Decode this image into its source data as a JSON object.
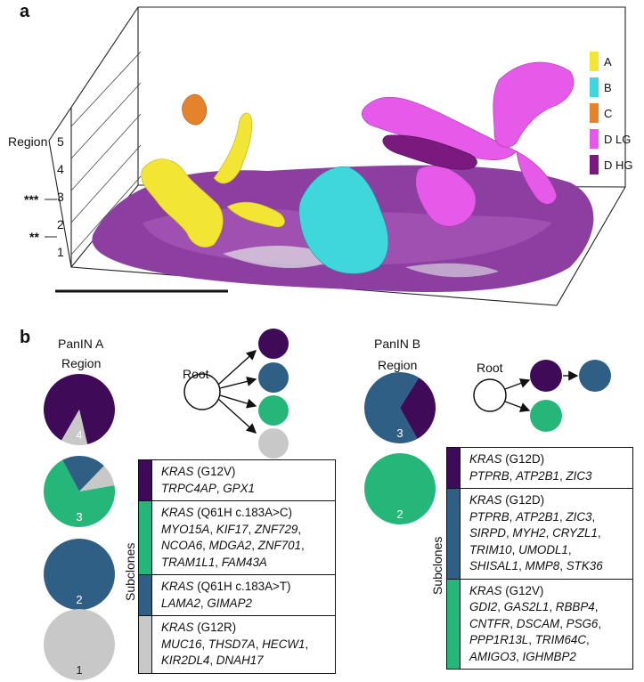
{
  "panel_a": {
    "letter": "a",
    "region_axis_title": "Region",
    "ticks": [
      "5",
      "4",
      "3",
      "2",
      "1"
    ],
    "markers": [
      "***",
      "**"
    ],
    "legend": [
      {
        "label": "A",
        "color": "#f2e533"
      },
      {
        "label": "B",
        "color": "#3fd6dc"
      },
      {
        "label": "C",
        "color": "#e5822c"
      },
      {
        "label": "D LG",
        "color": "#e55ae8"
      },
      {
        "label": "D HG",
        "color": "#7a1a7e"
      }
    ]
  },
  "panel_b": {
    "letter": "b",
    "region_label": "Region",
    "root_label": "Root",
    "subclones_label": "Subclones",
    "colors": {
      "purple": "#3f0b59",
      "blue": "#2f5f85",
      "green": "#25b77a",
      "grey": "#c8c8c8"
    },
    "panin_a": {
      "title": "PanIN A",
      "pies": [
        {
          "label": "4",
          "slices": [
            {
              "color": "purple",
              "value": 0.88
            },
            {
              "color": "grey",
              "value": 0.12
            }
          ]
        },
        {
          "label": "3",
          "slices": [
            {
              "color": "green",
              "value": 0.7
            },
            {
              "color": "blue",
              "value": 0.2
            },
            {
              "color": "grey",
              "value": 0.1
            }
          ]
        },
        {
          "label": "2",
          "slices": [
            {
              "color": "blue",
              "value": 1.0
            }
          ]
        },
        {
          "label": "1",
          "slices": [
            {
              "color": "grey",
              "value": 1.0
            }
          ]
        }
      ],
      "subclones": [
        {
          "color": "purple",
          "lines": [
            [
              {
                "t": "KRAS",
                "i": true
              },
              {
                "t": " (G12V)",
                "i": false
              }
            ],
            [
              {
                "t": "TRPC4AP",
                "i": true
              },
              {
                "t": ", ",
                "i": false
              },
              {
                "t": "GPX1",
                "i": true
              }
            ]
          ]
        },
        {
          "color": "green",
          "lines": [
            [
              {
                "t": "KRAS",
                "i": true
              },
              {
                "t": " (Q61H c.183A>C)",
                "i": false
              }
            ],
            [
              {
                "t": "MYO15A",
                "i": true
              },
              {
                "t": ", ",
                "i": false
              },
              {
                "t": "KIF17",
                "i": true
              },
              {
                "t": ", ",
                "i": false
              },
              {
                "t": "ZNF729",
                "i": true
              },
              {
                "t": ",",
                "i": false
              }
            ],
            [
              {
                "t": "NCOA6",
                "i": true
              },
              {
                "t": ", ",
                "i": false
              },
              {
                "t": "MDGA2",
                "i": true
              },
              {
                "t": ", ",
                "i": false
              },
              {
                "t": "ZNF701",
                "i": true
              },
              {
                "t": ",",
                "i": false
              }
            ],
            [
              {
                "t": "TRAM1L1",
                "i": true
              },
              {
                "t": ", ",
                "i": false
              },
              {
                "t": "FAM43A",
                "i": true
              }
            ]
          ]
        },
        {
          "color": "blue",
          "lines": [
            [
              {
                "t": "KRAS",
                "i": true
              },
              {
                "t": " (Q61H c.183A>T)",
                "i": false
              }
            ],
            [
              {
                "t": "LAMA2",
                "i": true
              },
              {
                "t": ", ",
                "i": false
              },
              {
                "t": "GIMAP2",
                "i": true
              }
            ]
          ]
        },
        {
          "color": "grey",
          "lines": [
            [
              {
                "t": "KRAS",
                "i": true
              },
              {
                "t": " (G12R)",
                "i": false
              }
            ],
            [
              {
                "t": "MUC16",
                "i": true
              },
              {
                "t": ", ",
                "i": false
              },
              {
                "t": "THSD7A",
                "i": true
              },
              {
                "t": ", ",
                "i": false
              },
              {
                "t": "HECW1",
                "i": true
              },
              {
                "t": ",",
                "i": false
              }
            ],
            [
              {
                "t": "KIR2DL4",
                "i": true
              },
              {
                "t": ", ",
                "i": false
              },
              {
                "t": "DNAH17",
                "i": true
              }
            ]
          ]
        }
      ]
    },
    "panin_b": {
      "title": "PanIN B",
      "pies": [
        {
          "label": "3",
          "slices": [
            {
              "color": "purple",
              "value": 0.33
            },
            {
              "color": "blue",
              "value": 0.67
            }
          ]
        },
        {
          "label": "2",
          "slices": [
            {
              "color": "green",
              "value": 1.0
            }
          ]
        }
      ],
      "subclones": [
        {
          "color": "purple",
          "lines": [
            [
              {
                "t": "KRAS",
                "i": true
              },
              {
                "t": " (G12D)",
                "i": false
              }
            ],
            [
              {
                "t": "PTPRB",
                "i": true
              },
              {
                "t": ", ",
                "i": false
              },
              {
                "t": "ATP2B1",
                "i": true
              },
              {
                "t": ", ",
                "i": false
              },
              {
                "t": "ZIC3",
                "i": true
              }
            ]
          ]
        },
        {
          "color": "blue",
          "lines": [
            [
              {
                "t": "KRAS",
                "i": true
              },
              {
                "t": " (G12D)",
                "i": false
              }
            ],
            [
              {
                "t": "PTPRB",
                "i": true
              },
              {
                "t": ", ",
                "i": false
              },
              {
                "t": "ATP2B1",
                "i": true
              },
              {
                "t": ", ",
                "i": false
              },
              {
                "t": "ZIC3",
                "i": true
              },
              {
                "t": ",",
                "i": false
              }
            ],
            [
              {
                "t": "SIRPD",
                "i": true
              },
              {
                "t": ", ",
                "i": false
              },
              {
                "t": "MYH2",
                "i": true
              },
              {
                "t": ", ",
                "i": false
              },
              {
                "t": "CRYZL1",
                "i": true
              },
              {
                "t": ",",
                "i": false
              }
            ],
            [
              {
                "t": "TRIM10",
                "i": true
              },
              {
                "t": ", ",
                "i": false
              },
              {
                "t": "UMODL1",
                "i": true
              },
              {
                "t": ",",
                "i": false
              }
            ],
            [
              {
                "t": "SHISAL1",
                "i": true
              },
              {
                "t": ", ",
                "i": false
              },
              {
                "t": "MMP8",
                "i": true
              },
              {
                "t": ", ",
                "i": false
              },
              {
                "t": "STK36",
                "i": true
              }
            ]
          ]
        },
        {
          "color": "green",
          "lines": [
            [
              {
                "t": "KRAS",
                "i": true
              },
              {
                "t": " (G12V)",
                "i": false
              }
            ],
            [
              {
                "t": "GDI2",
                "i": true
              },
              {
                "t": ", ",
                "i": false
              },
              {
                "t": "GAS2L1",
                "i": true
              },
              {
                "t": ", ",
                "i": false
              },
              {
                "t": "RBBP4",
                "i": true
              },
              {
                "t": ",",
                "i": false
              }
            ],
            [
              {
                "t": "CNTFR",
                "i": true
              },
              {
                "t": ", ",
                "i": false
              },
              {
                "t": "DSCAM",
                "i": true
              },
              {
                "t": ", ",
                "i": false
              },
              {
                "t": "PSG6",
                "i": true
              },
              {
                "t": ",",
                "i": false
              }
            ],
            [
              {
                "t": "PPP1R13L",
                "i": true
              },
              {
                "t": ", ",
                "i": false
              },
              {
                "t": "TRIM64C",
                "i": true
              },
              {
                "t": ",",
                "i": false
              }
            ],
            [
              {
                "t": "AMIGO3",
                "i": true
              },
              {
                "t": ", ",
                "i": false
              },
              {
                "t": "IGHMBP2",
                "i": true
              }
            ]
          ]
        }
      ]
    }
  }
}
